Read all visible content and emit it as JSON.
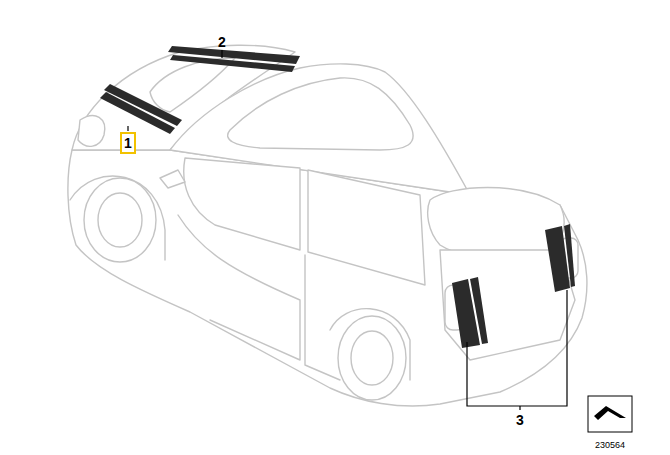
{
  "diagram": {
    "nodes": [
      {
        "text": [
          "1"
        ]
      }
    ],
    "labels": [
      "2",
      "3",
      "230564"
    ]
  }
}
